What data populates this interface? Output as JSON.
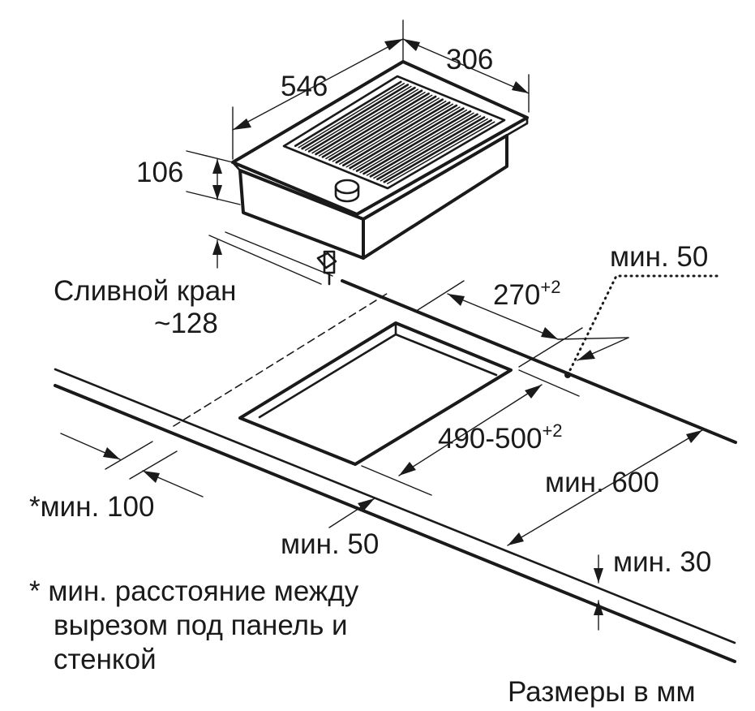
{
  "dimensions": {
    "width": "306",
    "depth": "546",
    "height": "106",
    "drain_label": "Сливной кран",
    "drain_value": "~128",
    "cutout_width_main": "270",
    "cutout_width_tol": "+2",
    "cutout_depth_main": "490-500",
    "cutout_depth_tol": "+2",
    "min_50_right": "мин. 50",
    "min_600": "мин. 600",
    "min_100": "*мин. 100",
    "min_50_front": "мин. 50",
    "min_30": "мин. 30"
  },
  "notes": {
    "footnote_line1": "* мин. расстояние между",
    "footnote_line2": "вырезом под панель и",
    "footnote_line3": "стенкой",
    "units": "Размеры в мм"
  }
}
